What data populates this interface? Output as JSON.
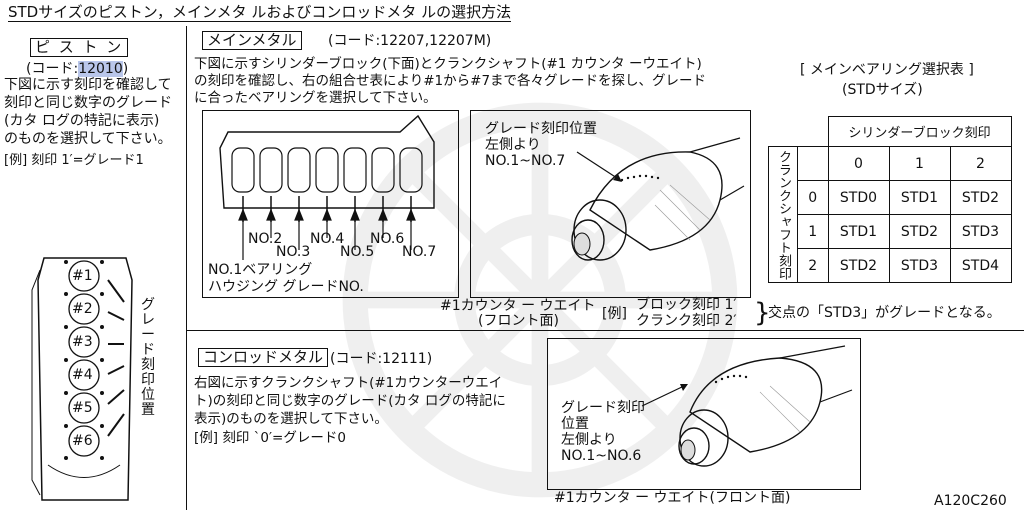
{
  "title": "STDサイズのピストン，メインメタ ルおよびコンロッドメタ ルの選択方法",
  "piston": {
    "heading": "ピ ス ト ン",
    "code_prefix": "(コード:",
    "code_value": "12010",
    "code_suffix": ")",
    "desc_lines": [
      "下図に示す刻印を確認して",
      "刻印と同じ数字のグレード",
      "(カタ ログの特記に表示)",
      "のものを選択して下さい。"
    ],
    "example": "[例] 刻印 1′=グレード1"
  },
  "block_side": {
    "cylinders": [
      "#1",
      "#2",
      "#3",
      "#4",
      "#5",
      "#6"
    ],
    "grade_label_chars": [
      "グ",
      "レ",
      "ー",
      "ド",
      "刻",
      "印",
      "位",
      "置"
    ]
  },
  "main_metal": {
    "heading": "メインメタル",
    "code": "(コード:12207,12207M)",
    "desc_lines": [
      "下図に示すシリンダーブロック(下面)とクランクシャフト(#1 カウンタ ーウエイト)",
      "の刻印を確認し、右の組合せ表により#1から#7まで各々グレードを探し、グレード",
      "に合ったベアリングを選択して下さい。"
    ],
    "journals": [
      "NO.2",
      "NO.3",
      "NO.4",
      "NO.5",
      "NO.6",
      "NO.7"
    ],
    "housing_label_1": "NO.1ベアリング",
    "housing_label_2": "ハウジング グレードNO.",
    "crank_grade_lines": [
      "グレード刻印位置",
      "左側より",
      "NO.1~NO.7"
    ],
    "crank_caption_1": "#1カウンタ ー  ウエイト",
    "crank_caption_2": "(フロント面)",
    "example_tag": "[例]",
    "example_block": "ブロック刻印  1′",
    "example_crank": "クランク刻印  2′",
    "example_result": "交点の「STD3」がグレードとなる。"
  },
  "bearing_table": {
    "title": "[ メインベアリング選択表 ]",
    "subtitle": "(STDサイズ)",
    "col_header": "シリンダーブロック刻印",
    "row_header": "クランクシャフト刻印",
    "cols": [
      "0",
      "1",
      "2"
    ],
    "rows": [
      {
        "label": "0",
        "cells": [
          "STD0",
          "STD1",
          "STD2"
        ]
      },
      {
        "label": "1",
        "cells": [
          "STD1",
          "STD2",
          "STD3"
        ]
      },
      {
        "label": "2",
        "cells": [
          "STD2",
          "STD3",
          "STD4"
        ]
      }
    ]
  },
  "conrod": {
    "heading": "コンロッドメタル",
    "code": "(コード:12111)",
    "desc_lines": [
      "右図に示すクランクシャフト(#1カウンターウエイ",
      "ト)の刻印と同じ数字のグレード(カタ ログの特記に",
      "表示)のものを選択して下さい。"
    ],
    "example": "[例] 刻印 `0′=グレード0",
    "grade_lines": [
      "グレード刻印",
      "位置",
      "左側より",
      "NO.1~NO.6"
    ],
    "caption": "#1カウンタ ー  ウエイト(フロント面)"
  },
  "figure_id": "A120C260"
}
